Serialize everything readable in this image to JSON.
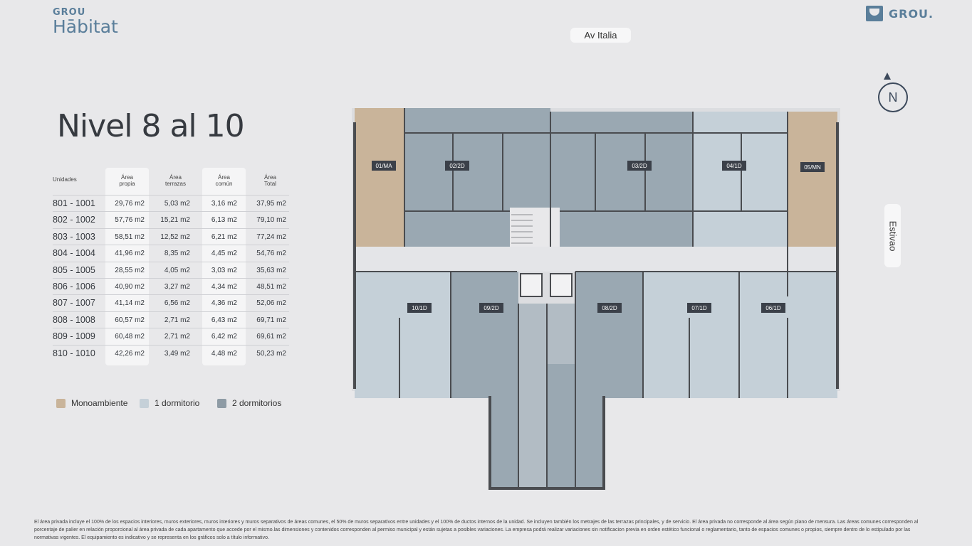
{
  "brand": {
    "top": "GROU",
    "name": "Hābitat",
    "right_logo": "GROU."
  },
  "street_top": "Av Italia",
  "street_side": "Estivao",
  "compass": {
    "label": "N"
  },
  "title": "Nivel 8 al 10",
  "table": {
    "headers": {
      "units": "Unidades",
      "own": [
        "Área",
        "propia"
      ],
      "terraces": [
        "Área",
        "terrazas"
      ],
      "common": [
        "Área",
        "común"
      ],
      "total": [
        "Área",
        "Total"
      ]
    },
    "rows": [
      {
        "units": "801 - 1001",
        "own": "29,76 m2",
        "terraces": "5,03 m2",
        "common": "3,16 m2",
        "total": "37,95 m2"
      },
      {
        "units": "802 - 1002",
        "own": "57,76 m2",
        "terraces": "15,21 m2",
        "common": "6,13 m2",
        "total": "79,10 m2"
      },
      {
        "units": "803 - 1003",
        "own": "58,51 m2",
        "terraces": "12,52 m2",
        "common": "6,21 m2",
        "total": "77,24 m2"
      },
      {
        "units": "804 - 1004",
        "own": "41,96 m2",
        "terraces": "8,35 m2",
        "common": "4,45 m2",
        "total": "54,76 m2"
      },
      {
        "units": "805 - 1005",
        "own": "28,55 m2",
        "terraces": "4,05 m2",
        "common": "3,03 m2",
        "total": "35,63 m2"
      },
      {
        "units": "806 - 1006",
        "own": "40,90 m2",
        "terraces": "3,27 m2",
        "common": "4,34 m2",
        "total": "48,51 m2"
      },
      {
        "units": "807 - 1007",
        "own": "41,14 m2",
        "terraces": "6,56 m2",
        "common": "4,36 m2",
        "total": "52,06 m2"
      },
      {
        "units": "808 - 1008",
        "own": "60,57 m2",
        "terraces": "2,71 m2",
        "common": "6,43 m2",
        "total": "69,71 m2"
      },
      {
        "units": "809 - 1009",
        "own": "60,48 m2",
        "terraces": "2,71 m2",
        "common": "6,42 m2",
        "total": "69,61 m2"
      },
      {
        "units": "810 - 1010",
        "own": "42,26 m2",
        "terraces": "3,49 m2",
        "common": "4,48 m2",
        "total": "50,23 m2"
      }
    ]
  },
  "legend": [
    {
      "label": "Monoambiente",
      "color": "#c9b49a"
    },
    {
      "label": "1 dormitorio",
      "color": "#c5d0d8"
    },
    {
      "label": "2 dormitorios",
      "color": "#8e9ba5"
    }
  ],
  "plan": {
    "units": [
      "01/MA",
      "02/2D",
      "03/2D",
      "04/1D",
      "05/MN",
      "10/1D",
      "09/2D",
      "08/2D",
      "07/1D",
      "06/1D"
    ],
    "colors": {
      "mono": "#c9b49a",
      "one": "#c5d0d8",
      "two": "#9aa8b2",
      "wall": "#4a4c50",
      "label_bg": "#3b4049"
    }
  },
  "disclaimer": "El área privada incluye el 100% de los espacios interiores, muros exteriores, muros interiores y muros separativos de áreas comunes, el 50% de muros separativos entre unidades y el 100% de ductos internos de la unidad. Se incluyen también los metrajes de las terrazas principales, y de servicio. El área privada no corresponde al área según plano de mensura. Las áreas comunes corresponden al porcentaje de palier en relación proporcional al área privada de cada apartamento que accede por el mismo.las dimensiones y contenidos corresponden al permiso municipal y están sujetas a posibles variaciones. La empresa podrá realizar variaciones sin notificacion previa en orden estético funcional o reglamentario, tanto de espacios comunes o  propios, siempre dentro de lo estipulado por las normativas vigentes. El equipamiento es indicativo y se representa en los gráficos solo a título informativo."
}
